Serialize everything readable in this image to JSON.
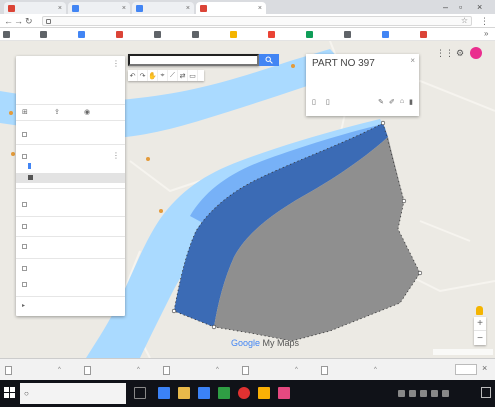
{
  "browser": {
    "tabs": [
      {
        "title": "",
        "color": "#db4437",
        "active": false
      },
      {
        "title": "",
        "color": "#4285f4",
        "active": false
      },
      {
        "title": "",
        "color": "#4285f4",
        "active": false
      },
      {
        "title": "",
        "color": "#db4437",
        "active": true
      }
    ],
    "url": "",
    "bookmarks": [
      {
        "label": "",
        "color": "#5f6368"
      },
      {
        "label": "",
        "color": "#5f6368"
      },
      {
        "label": "",
        "color": "#4285f4"
      },
      {
        "label": "",
        "color": "#db4437"
      },
      {
        "label": "",
        "color": "#5f6368"
      },
      {
        "label": "",
        "color": "#5f6368"
      },
      {
        "label": "",
        "color": "#f4b400"
      },
      {
        "label": "",
        "color": "#ea4335"
      },
      {
        "label": "",
        "color": "#0f9d58"
      },
      {
        "label": "",
        "color": "#5f6368"
      },
      {
        "label": "",
        "color": "#4285f4"
      },
      {
        "label": "",
        "color": "#db4437"
      }
    ]
  },
  "panel": {
    "title": "",
    "subtitle": "",
    "meta": "",
    "actions": [
      "",
      "",
      ""
    ],
    "layers": [
      {
        "name": "",
        "expanded": false
      },
      {
        "name": "",
        "expanded": true,
        "children": [
          "",
          ""
        ]
      },
      {
        "name": "",
        "expanded": false
      },
      {
        "name": "",
        "expanded": false
      },
      {
        "name": "",
        "expanded": false
      },
      {
        "name": "",
        "expanded": false
      },
      {
        "name": "",
        "expanded": false
      }
    ],
    "basemap_label": ""
  },
  "search": {
    "placeholder": ""
  },
  "popup": {
    "title": "PART NO 397",
    "description": "",
    "actions": [
      "",
      ""
    ]
  },
  "map": {
    "water_color": "#aadaff",
    "river_color": "#4c8ff0",
    "polygon_fill": "#8f8f8f",
    "selection_fill": "#3b6bb5",
    "logo_brand": "Google",
    "logo_product": "My Maps"
  },
  "downloads": {
    "items": [
      "",
      "",
      "",
      "",
      ""
    ],
    "show_all": ""
  },
  "taskbar": {
    "search_placeholder": "",
    "apps": [
      {
        "color": "#3b82f6"
      },
      {
        "color": "#e9b94a"
      },
      {
        "color": "#3b82f6"
      },
      {
        "color": "#2f9e44"
      },
      {
        "color": "#e03131"
      },
      {
        "color": "#fab005"
      },
      {
        "color": "#e64980"
      }
    ],
    "time": "",
    "date": ""
  }
}
